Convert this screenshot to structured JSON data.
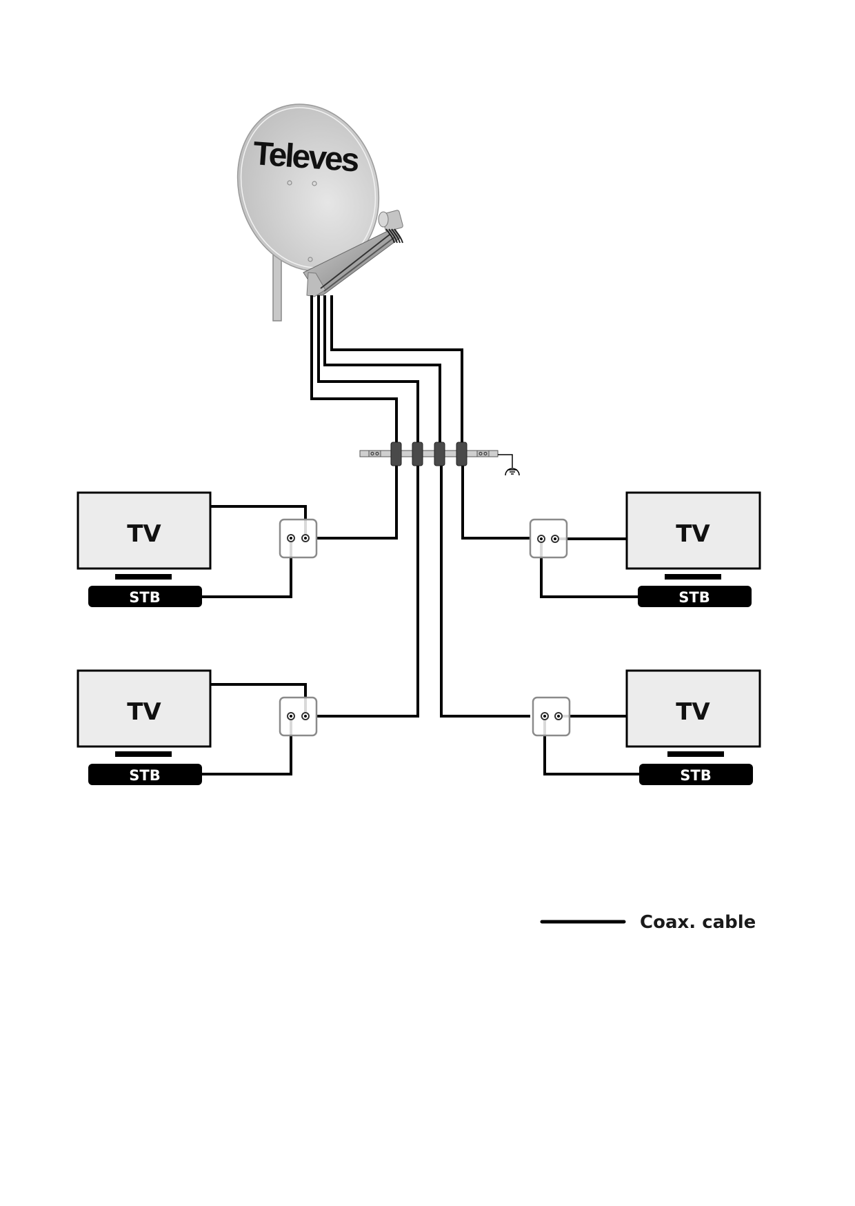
{
  "diagram": {
    "title": "Satellite TV distribution with quad LNB",
    "dish": {
      "brand": "Televes",
      "cable_count": 4
    },
    "grounding_bar": {
      "connectors": 4,
      "ground_symbol": "earth-ground-icon"
    },
    "rooms": [
      {
        "position": "top-left",
        "tv_label": "TV",
        "stb_label": "STB"
      },
      {
        "position": "top-right",
        "tv_label": "TV",
        "stb_label": "STB"
      },
      {
        "position": "bottom-left",
        "tv_label": "TV",
        "stb_label": "STB"
      },
      {
        "position": "bottom-right",
        "tv_label": "TV",
        "stb_label": "STB"
      }
    ],
    "connections": [
      {
        "from": "LNB output 1",
        "via": "grounding bar",
        "to": "top-left outlet"
      },
      {
        "from": "LNB output 2",
        "via": "grounding bar",
        "to": "bottom-left outlet"
      },
      {
        "from": "LNB output 3",
        "via": "grounding bar",
        "to": "bottom-right outlet"
      },
      {
        "from": "LNB output 4",
        "via": "grounding bar",
        "to": "top-right outlet"
      }
    ]
  },
  "legend": {
    "items": [
      {
        "label": "Coax. cable",
        "color": "#000000"
      }
    ]
  },
  "colors": {
    "cable": "#000000",
    "tv_screen": "#ececec",
    "outlet_border": "#8a8a8a",
    "dish": "#cfcfcf",
    "stb": "#000000"
  }
}
